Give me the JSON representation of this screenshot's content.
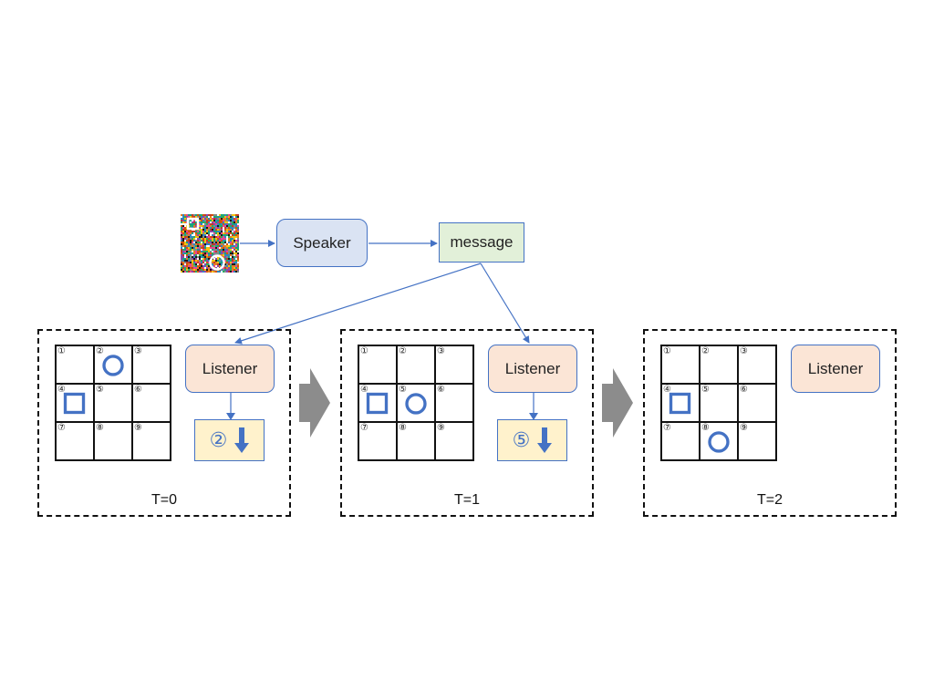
{
  "speaker": {
    "label": "Speaker"
  },
  "message": {
    "label": "message"
  },
  "cell_labels": [
    "①",
    "②",
    "③",
    "④",
    "⑤",
    "⑥",
    "⑦",
    "⑧",
    "⑨"
  ],
  "panels": [
    {
      "label": "T=0",
      "listener": "Listener",
      "circle_cell": 2,
      "square_cell": 4,
      "action": {
        "cell": "②",
        "direction": "down"
      }
    },
    {
      "label": "T=1",
      "listener": "Listener",
      "circle_cell": 5,
      "square_cell": 4,
      "action": {
        "cell": "⑤",
        "direction": "down"
      }
    },
    {
      "label": "T=2",
      "listener": "Listener",
      "circle_cell": 8,
      "square_cell": 4,
      "action": null
    }
  ],
  "colors": {
    "shape_stroke": "#4472c4",
    "speaker_fill": "#dae3f3",
    "message_fill": "#e2f0d9",
    "listener_fill": "#fbe5d6",
    "action_fill": "#fff2cc",
    "step_arrow_fill": "#8c8c8c"
  }
}
